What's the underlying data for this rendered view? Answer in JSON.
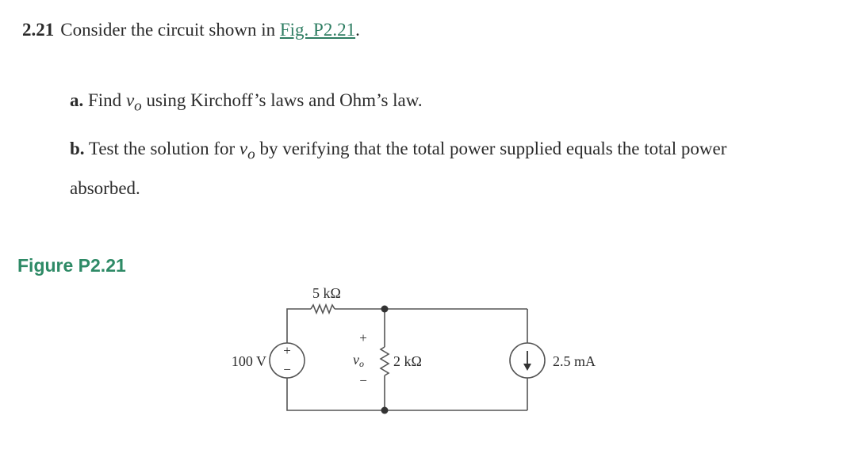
{
  "problem": {
    "number": "2.21",
    "intro": "Consider the circuit shown in",
    "figure_link": "Fig. P2.21",
    "period": "."
  },
  "parts": {
    "a": {
      "letter": "a.",
      "before": "Find",
      "variable": "v",
      "subscript": "o",
      "after": "using Kirchoff’s laws and Ohm’s law."
    },
    "b": {
      "letter": "b.",
      "before": "Test the solution for",
      "variable": "v",
      "subscript": "o",
      "after": "by verifying that the total power supplied equals the total power absorbed."
    }
  },
  "figure": {
    "caption": "Figure P2.21",
    "caption_color": "#2e8a66",
    "link_color": "#2e7d62",
    "voltage_source_label": "100 V",
    "voltage_source_plus": "+",
    "voltage_source_minus": "−",
    "series_resistor_label": "5 kΩ",
    "shunt_resistor_label": "2 kΩ",
    "current_source_label": "2.5 mA",
    "vo_plus": "+",
    "vo_variable": "v",
    "vo_subscript": "o",
    "vo_minus": "−"
  }
}
